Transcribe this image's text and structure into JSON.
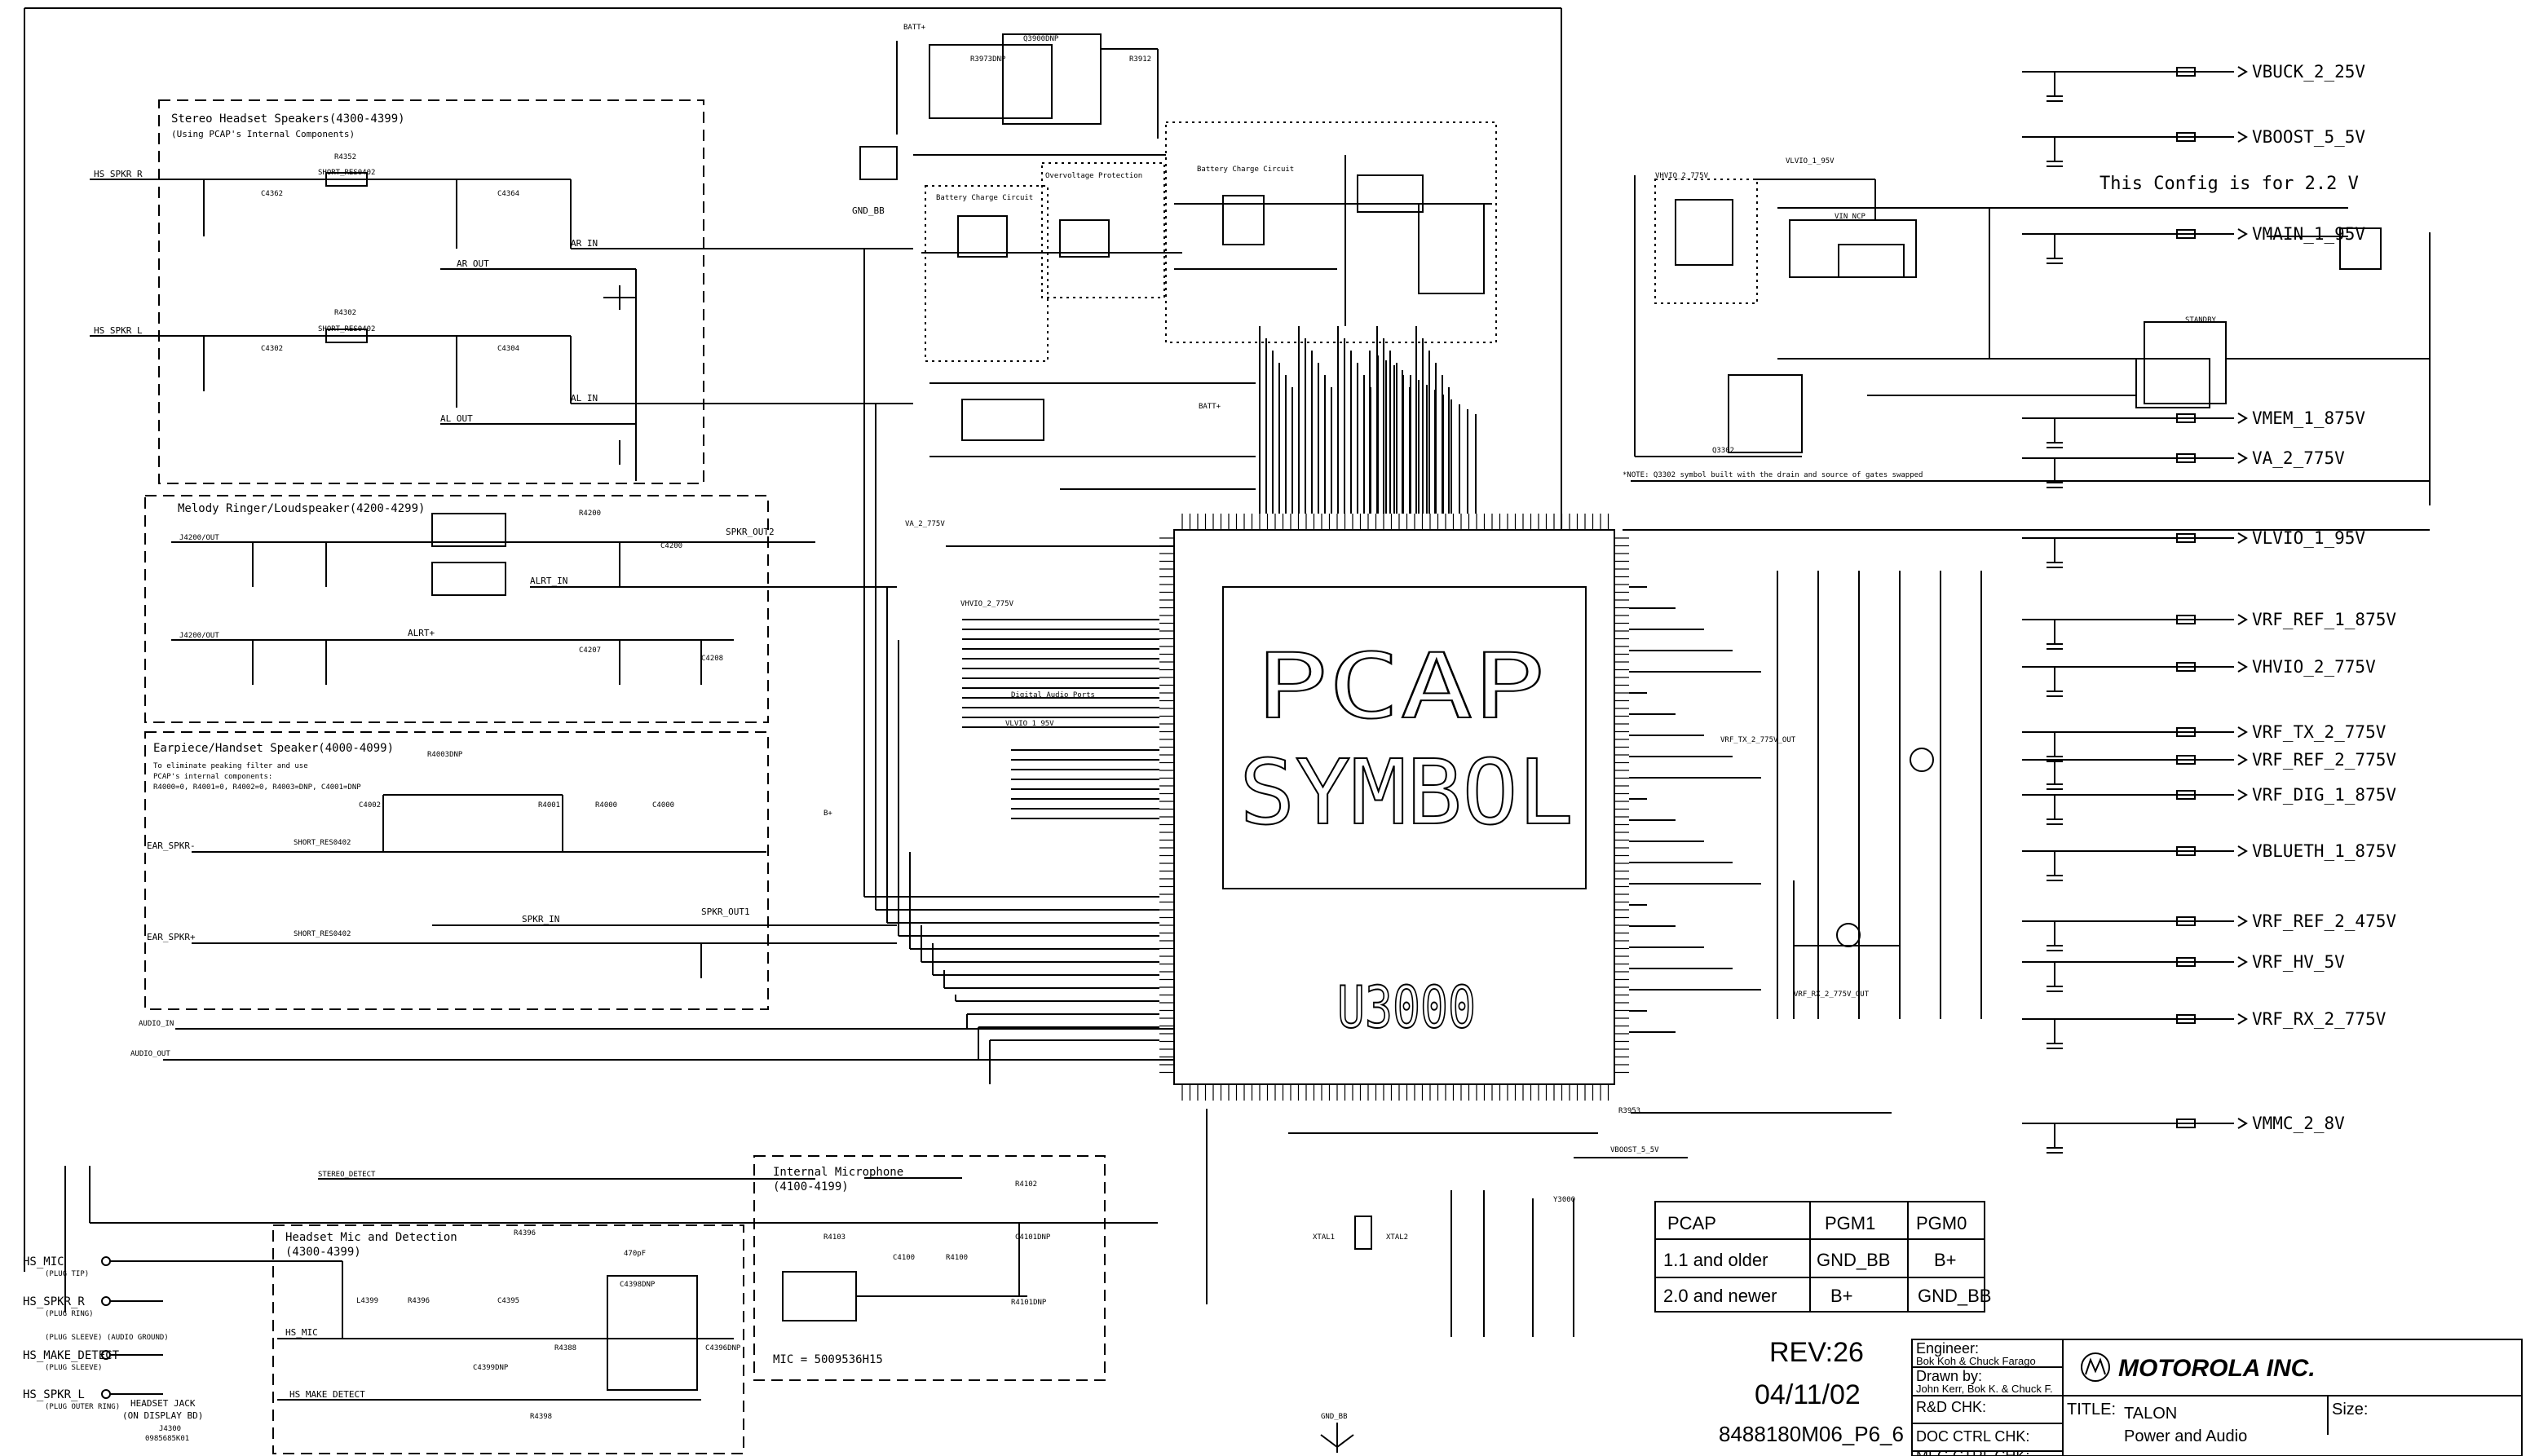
{
  "ic": {
    "title_line1": "PCAP",
    "title_line2": "SYMBOL",
    "refdes": "U3000"
  },
  "blocks": {
    "stereo": {
      "title": "Stereo Headset Speakers(4300-4399)",
      "note": "(Using PCAP's Internal Components)"
    },
    "melody": {
      "title": "Melody Ringer/Loudspeaker(4200-4299)"
    },
    "earpiece": {
      "title": "Earpiece/Handset Speaker(4000-4099)",
      "note1": "To eliminate peaking filter and use",
      "note2": "PCAP's internal components:",
      "note3": "R4000=0, R4001=0, R4002=0, R4003=DNP, C4001=DNP"
    },
    "headset_mic": {
      "title": "Headset Mic and Detection",
      "range": "(4300-4399)"
    },
    "internal_mic": {
      "title": "Internal Microphone",
      "range": "(4100-4199)",
      "note": "MIC = 5009536H15"
    },
    "battery_charge_1": {
      "title": "Battery Charge Circuit"
    },
    "overvoltage": {
      "title": "Overvoltage Protection"
    },
    "battery_charge_2": {
      "title": "Battery Charge Circuit"
    },
    "digital_audio": {
      "title": "Digital Audio Ports"
    }
  },
  "config_note": "This Config is for 2.2 V",
  "rails": [
    "VBUCK_2_25V",
    "VBOOST_5_5V",
    "VMAIN_1_95V",
    "VMEM_1_875V",
    "VA_2_775V",
    "VLVIO_1_95V",
    "VRF_REF_1_875V",
    "VHVIO_2_775V",
    "VRF_TX_2_775V",
    "VRF_REF_2_775V",
    "VRF_DIG_1_875V",
    "VBLUETH_1_875V",
    "VRF_REF_2_475V",
    "VRF_HV_5V",
    "VRF_RX_2_775V",
    "VMMC_2_8V"
  ],
  "headset_jack": {
    "pins": [
      {
        "label": "HS_MIC",
        "sub": "(PLUG TIP)"
      },
      {
        "label": "HS_SPKR_R",
        "sub": "(PLUG RING)"
      },
      {
        "label": "",
        "sub": "(PLUG SLEEVE)  (AUDIO GROUND)"
      },
      {
        "label": "HS_MAKE_DETECT",
        "sub": "(PLUG SLEEVE)"
      },
      {
        "label": "HS_SPKR_L",
        "sub": "(PLUG OUTER RING)"
      }
    ],
    "caption1": "HEADSET JACK",
    "caption2": "(ON DISPLAY BD)",
    "part1": "J4300",
    "part2": "0985685K01"
  },
  "pgm_table": {
    "headers": [
      "PCAP",
      "PGM1",
      "PGM0"
    ],
    "rows": [
      [
        "1.1 and older",
        "GND_BB",
        "B+"
      ],
      [
        "2.0 and newer",
        "B+",
        "GND_BB"
      ]
    ]
  },
  "title_block": {
    "rev": "REV:26",
    "date": "04/11/02",
    "docnum": "8488180M06_P6_6",
    "engineer_label": "Engineer:",
    "engineer_value": "Bok Koh & Chuck Farago",
    "drawn_label": "Drawn by:",
    "drawn_value": "John Kerr, Bok K. & Chuck F.",
    "rd_chk": "R&D CHK:",
    "doc_ctrl": "DOC CTRL CHK:",
    "mfg_ctrl": "MFG CTRL CHK:",
    "company": "MOTOROLA INC.",
    "title_label": "TITLE:",
    "title_line1": "TALON",
    "title_line2": "Power and Audio",
    "size_label": "Size:"
  },
  "misc_labels": {
    "hs_spkr_r": "HS_SPKR_R",
    "hs_spkr_l": "HS_SPKR_L",
    "ear_spkr_minus": "EAR_SPKR-",
    "ear_spkr_plus": "EAR_SPKR+",
    "audio_in": "AUDIO_IN",
    "audio_out": "AUDIO_OUT",
    "stereo_detect": "STEREO_DETECT",
    "hs_mic": "HS_MIC",
    "hs_make_detect": "HS_MAKE_DETECT",
    "gnd_bb": "GND_BB",
    "batt": "BATT+",
    "bplus": "B+",
    "alrt_in": "ALRT_IN",
    "alrt_plus": "ALRT+",
    "spkr_out2": "SPKR_OUT2",
    "spkr_out1": "SPKR_OUT1",
    "spkr_in": "SPKR_IN",
    "vlvio": "VLVIO_1_95V",
    "va": "VA_2_775V",
    "vhvio": "VHVIO_2_775V"
  }
}
